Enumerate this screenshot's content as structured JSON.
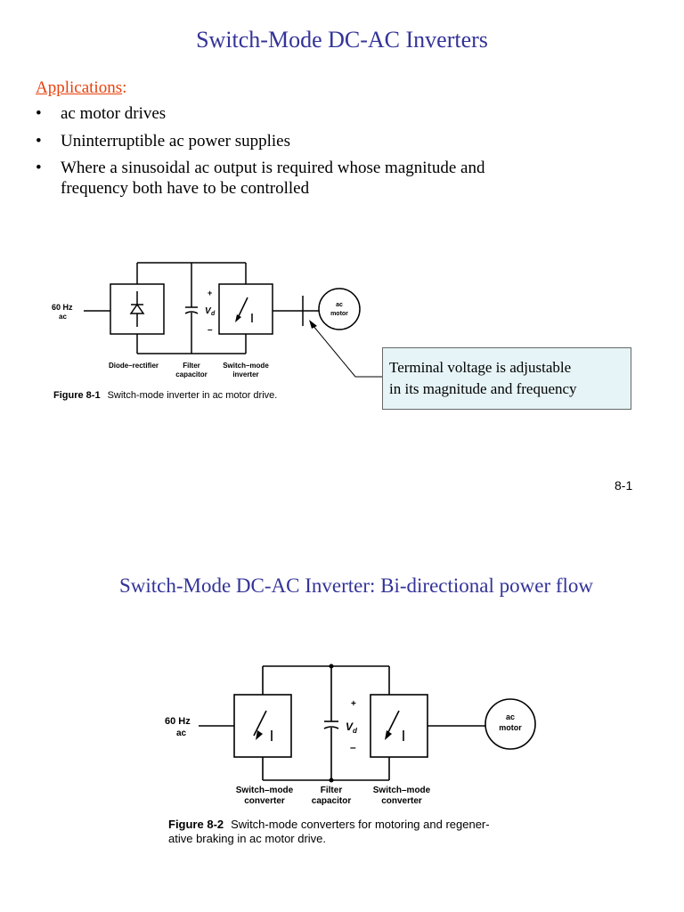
{
  "slide1": {
    "title": "Switch-Mode DC-AC Inverters",
    "applications_label": "Applications",
    "applications_colon": ":",
    "bullets": [
      "ac motor drives",
      "Uninterruptible ac power supplies",
      "Where a sinusoidal ac output is required whose magnitude and frequency both have to be controlled"
    ],
    "bullet_symbol": "•",
    "figure1": {
      "input_label_line1": "60 Hz",
      "input_label_line2": "ac",
      "plus": "+",
      "minus": "–",
      "vd": "V",
      "vd_sub": "d",
      "motor_line1": "ac",
      "motor_line2": "motor",
      "label_rectifier": "Diode–rectifier",
      "label_filter_1": "Filter",
      "label_filter_2": "capacitor",
      "label_inverter_1": "Switch–mode",
      "label_inverter_2": "inverter",
      "caption_bold": "Figure 8-1",
      "caption_text": "Switch-mode inverter in ac motor drive."
    },
    "callout_line1": "Terminal voltage is adjustable",
    "callout_line2": "in its magnitude and frequency",
    "page_number": "8-1"
  },
  "slide2": {
    "title": "Switch-Mode DC-AC Inverter: Bi-directional power flow",
    "figure2": {
      "input_label_line1": "60 Hz",
      "input_label_line2": "ac",
      "plus": "+",
      "minus": "–",
      "vd": "V",
      "vd_sub": "d",
      "motor_line1": "ac",
      "motor_line2": "motor",
      "label_conv1_1": "Switch–mode",
      "label_conv1_2": "converter",
      "label_filter_1": "Filter",
      "label_filter_2": "capacitor",
      "label_conv2_1": "Switch–mode",
      "label_conv2_2": "converter",
      "caption_bold": "Figure 8-2",
      "caption_text_line1": "Switch-mode converters for motoring and regener-",
      "caption_text_line2": "ative braking in ac motor drive."
    }
  },
  "colors": {
    "title": "#333399",
    "applications": "#e8400c",
    "callout_bg": "#e6f4f7"
  }
}
